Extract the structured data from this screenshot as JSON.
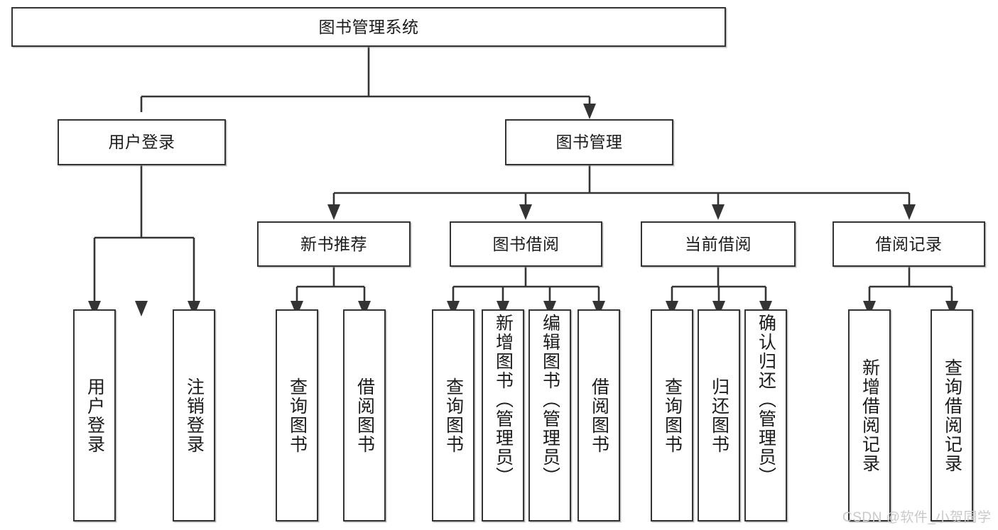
{
  "diagram": {
    "title": "图书管理系统",
    "type": "hierarchy-tree",
    "watermark": "CSDN @软件_小贺同学",
    "colors": {
      "border": "#343434",
      "fill": "#ffffff",
      "text": "#1b1b1b",
      "line": "#343434",
      "watermark": "#c9c9c9"
    },
    "root": {
      "label": "图书管理系统"
    },
    "level2": [
      {
        "label": "用户登录"
      },
      {
        "label": "图书管理"
      }
    ],
    "level3": [
      {
        "label": "新书推荐"
      },
      {
        "label": "图书借阅"
      },
      {
        "label": "当前借阅"
      },
      {
        "label": "借阅记录"
      }
    ],
    "leaves": {
      "user_login": [
        {
          "label": "用户登录"
        },
        {
          "label": "注销登录"
        }
      ],
      "new_book": [
        {
          "label": "查询图书"
        },
        {
          "label": "借阅图书"
        }
      ],
      "book_borrow": [
        {
          "label": "查询图书"
        },
        {
          "label": "新增图书（管理员）"
        },
        {
          "label": "编辑图书（管理员）"
        },
        {
          "label": "借阅图书"
        }
      ],
      "current_borrow": [
        {
          "label": "查询图书"
        },
        {
          "label": "归还图书"
        },
        {
          "label": "确认归还（管理员）"
        }
      ],
      "borrow_record": [
        {
          "label": "新增借阅记录"
        },
        {
          "label": "查询借阅记录"
        }
      ]
    }
  }
}
